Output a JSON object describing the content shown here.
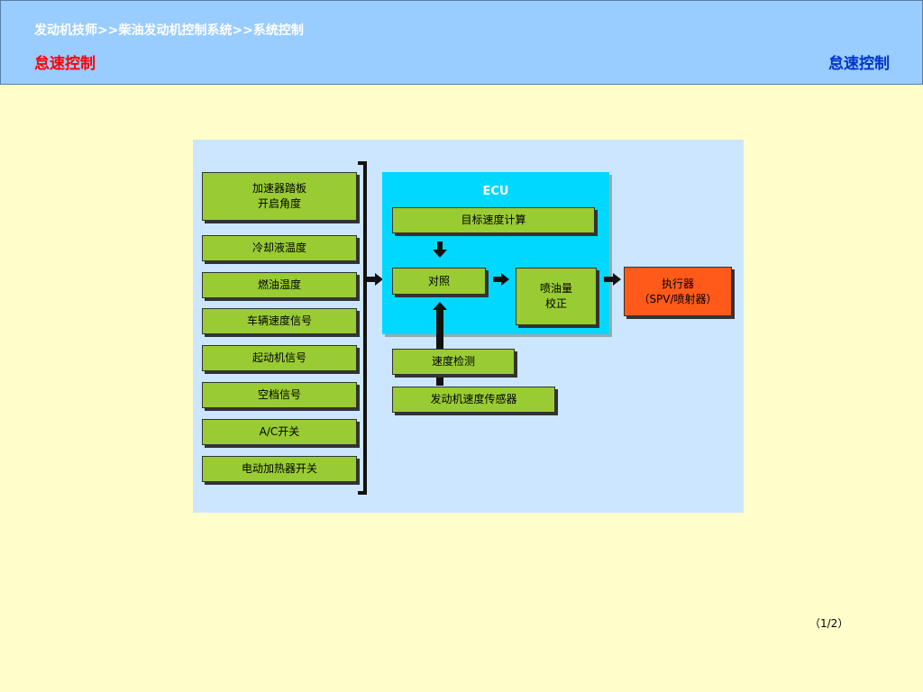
{
  "header": {
    "breadcrumb": "发动机技师>>柴油发动机控制系统>>系统控制",
    "title_left": "怠速控制",
    "title_right": "怠速控制"
  },
  "diagram": {
    "inputs": [
      "加速器踏板\n开启角度",
      "冷却液温度",
      "燃油温度",
      "车辆速度信号",
      "起动机信号",
      "空档信号",
      "A/C开关",
      "电动加热器开关"
    ],
    "ecu_label": "ECU",
    "target_speed": "目标速度计算",
    "compare": "对照",
    "injection": "喷油量\n校正",
    "speed_detect": "速度检测",
    "speed_sensor": "发动机速度传感器",
    "actuator": "执行器\n（SPV/喷射器）"
  },
  "footer": {
    "page": "（1/2）"
  },
  "colors": {
    "background": "#ffffcc",
    "header": "#99ccff",
    "diagram_bg": "#cce6ff",
    "ecu": "#00d8ff",
    "box_green": "#99cc33",
    "box_orange": "#ff5a1a",
    "title_red": "#ff0000",
    "title_blue": "#0033cc"
  }
}
